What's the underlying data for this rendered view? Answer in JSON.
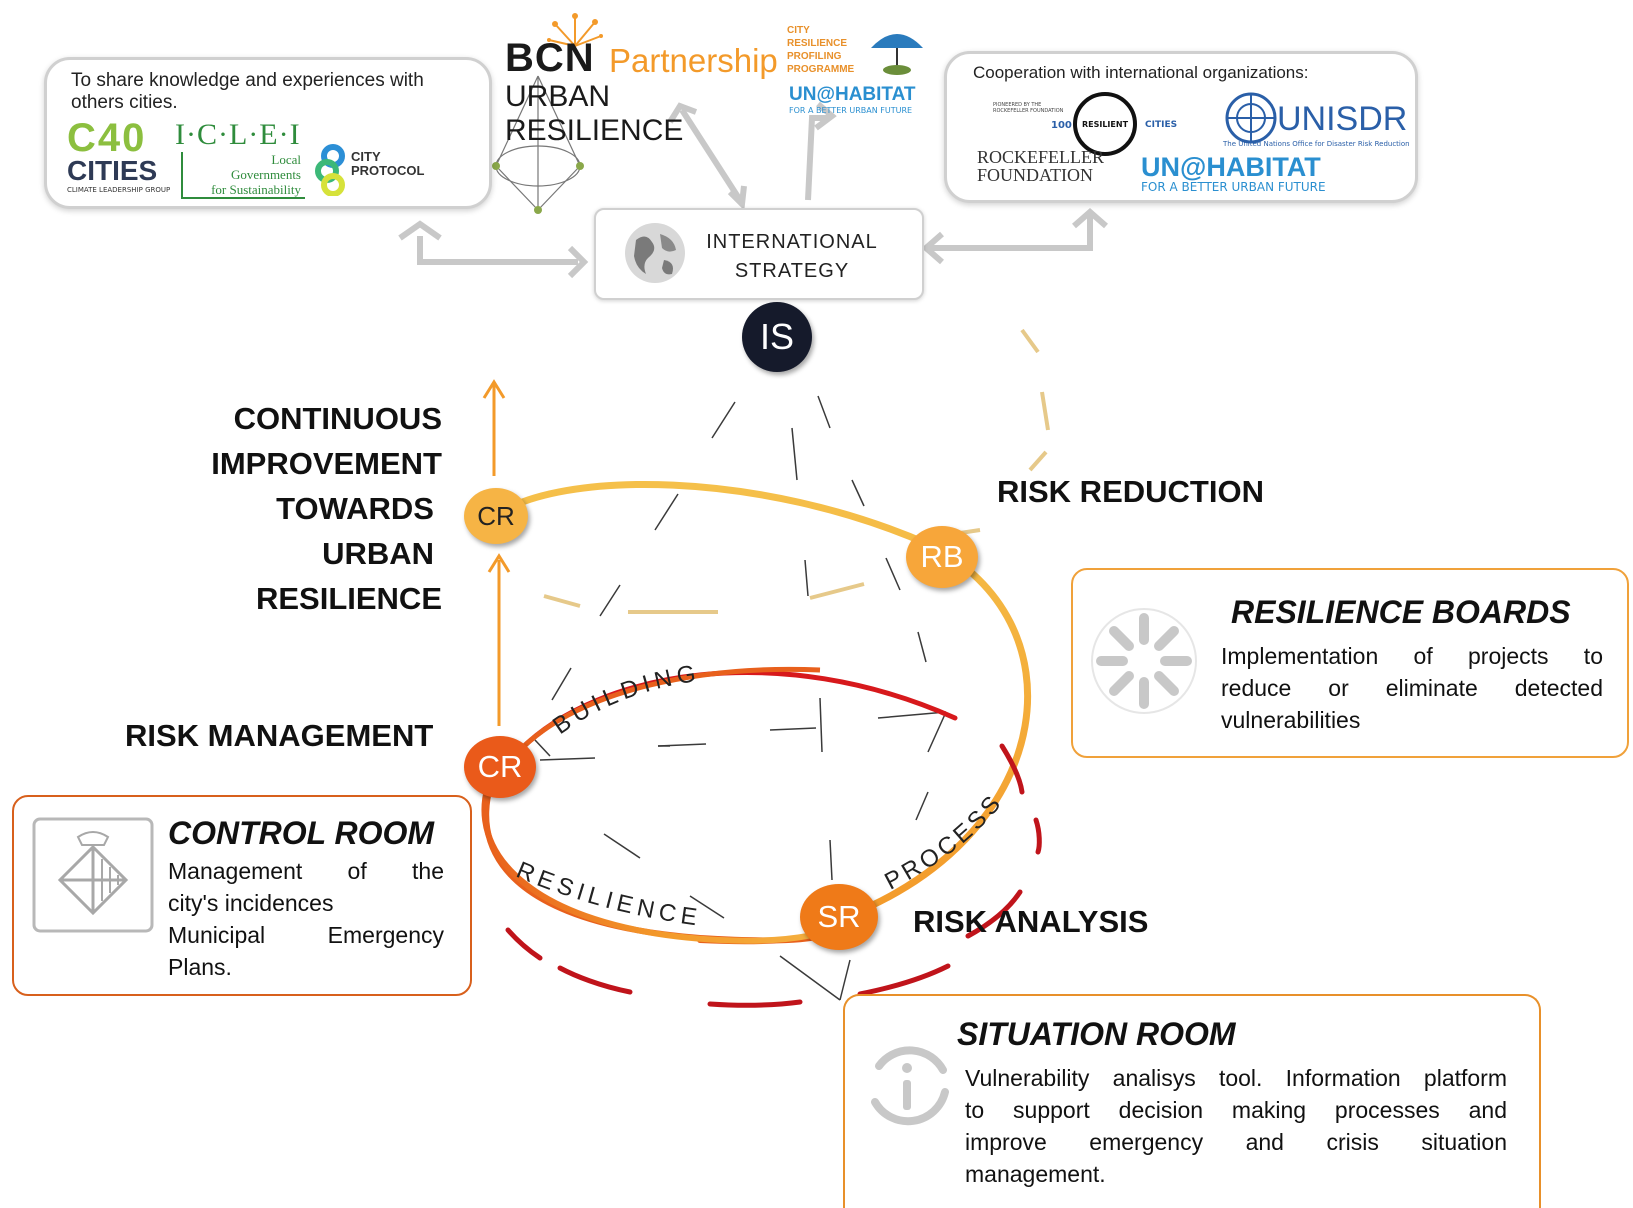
{
  "partners_left": {
    "heading": "To share knowledge and experiences with others cities.",
    "logos": {
      "c40_top": "C40",
      "c40_bottom": "CITIES",
      "c40_small": "CLIMATE LEADERSHIP GROUP",
      "iclei": "I·C·L·E·I",
      "iclei_line1": "Local",
      "iclei_line2": "Governments",
      "iclei_line3": "for Sustainability",
      "city_protocol_1": "CITY",
      "city_protocol_2": "PROTOCOL"
    }
  },
  "bcn_partnership": {
    "bcn": "BCN",
    "partnership": "Partnership",
    "urban_resilience": "URBAN RESILIENCE"
  },
  "crpp": {
    "line1": "CITY",
    "line2": "RESILIENCE",
    "line3": "PROFILING",
    "line4": "PROGRAMME",
    "un_habitat": "UN@HABITAT",
    "tagline": "FOR A BETTER URBAN FUTURE"
  },
  "partners_right": {
    "heading": "Cooperation with international organizations:",
    "logos": {
      "rf_small": "PIONEERED BY THE ROCKEFELLER FOUNDATION",
      "hundred": "100",
      "resilient": "RESILIENT",
      "cities": "CITIES",
      "unisdr": "UNISDR",
      "unisdr_sub": "The United Nations Office for Disaster Risk Reduction",
      "rockefeller_1": "ROCKEFELLER",
      "rockefeller_2": "FOUNDATION",
      "un_habitat": "UN@HABITAT",
      "un_habitat_sub": "FOR A BETTER URBAN FUTURE"
    }
  },
  "international_strategy": {
    "line1": "INTERNATIONAL",
    "line2": "STRATEGY"
  },
  "nodes": {
    "is": "IS",
    "cr_top": "CR",
    "rb": "RB",
    "cr_main": "CR",
    "sr": "SR"
  },
  "labels": {
    "continuous": [
      "CONTINUOUS",
      "IMPROVEMENT",
      "TOWARDS",
      "URBAN",
      "RESILIENCE"
    ],
    "risk_reduction": "RISK REDUCTION",
    "risk_management": "RISK MANAGEMENT",
    "risk_analysis": "RISK ANALYSIS"
  },
  "arc_words": {
    "building": "BUILDING",
    "process": "PROCESS",
    "resilience": "RESILIENCE"
  },
  "boxes": {
    "resilience_boards": {
      "title": "RESILIENCE BOARDS",
      "lines": [
        "Implementation of projects to",
        "reduce or eliminate detected",
        "vulnerabilities"
      ]
    },
    "control_room": {
      "title": "CONTROL ROOM",
      "lines": [
        "Management of the",
        "city's incidences",
        "Municipal Emergency",
        "Plans."
      ]
    },
    "situation_room": {
      "title": "SITUATION ROOM",
      "lines": [
        "Vulnerability analisys tool. Information platform",
        "to support decision making processes and",
        "improve emergency and crisis situation",
        "management."
      ]
    }
  },
  "colors": {
    "orange": "#f39a2a",
    "light_orange": "#f7b548",
    "red": "#d7191c",
    "dark_orange": "#e8601c",
    "box_border": "#e8902a",
    "gray": "#bdbdbd",
    "navy": "#151a2b"
  }
}
